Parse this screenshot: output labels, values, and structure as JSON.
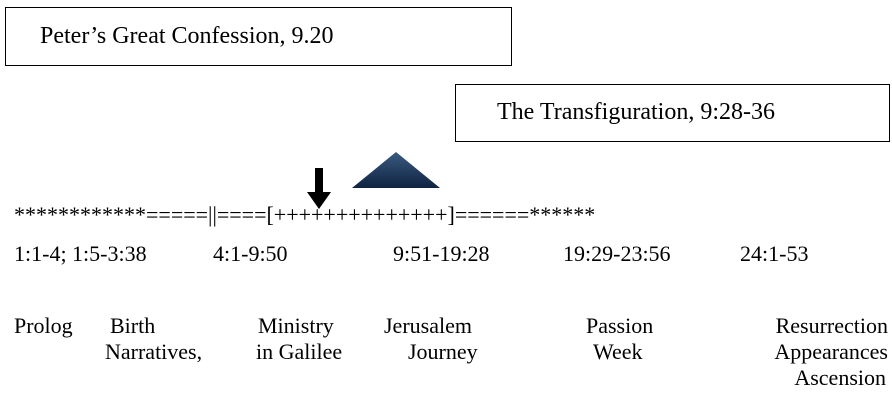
{
  "boxes": {
    "confession": "Peter’s Great Confession, 9.20",
    "transfiguration": "The Transfiguration, 9:28-36"
  },
  "timeline": "************=====||====[++++++++++++++]======******",
  "refs": [
    "1:1-4; 1:5-3:38",
    "4:1-9:50",
    "9:51-19:28",
    "19:29-23:56",
    "24:1-53"
  ],
  "labels": {
    "prolog": "Prolog",
    "birth": [
      "Birth",
      "Narratives,"
    ],
    "ministry": [
      "Ministry",
      "in Galilee"
    ],
    "jerusalem": [
      "Jerusalem",
      "Journey"
    ],
    "passion": [
      "Passion",
      "Week"
    ],
    "resurrection": [
      "Resurrection",
      "Appearances",
      "Ascension"
    ]
  },
  "colors": {
    "triangle_top": "#3a5a80",
    "triangle_bottom": "#0f2342",
    "arrow": "#000000"
  },
  "icons": {
    "arrow": "down-arrow-icon",
    "triangle": "triangle-icon"
  }
}
